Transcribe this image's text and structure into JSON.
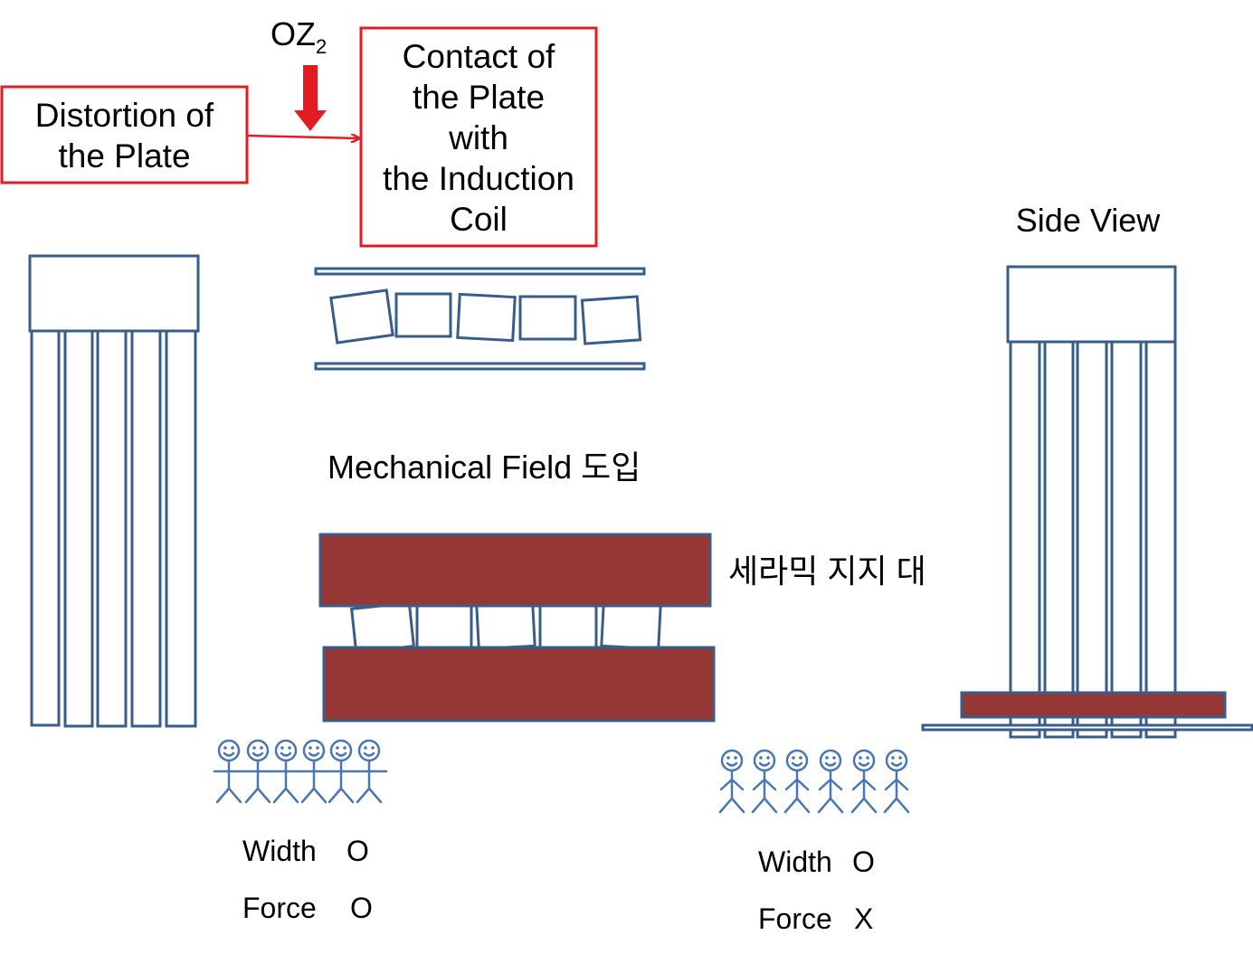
{
  "labels": {
    "oz_label": "OZ",
    "oz_subscript": "2",
    "distortion_box": [
      "Distortion of",
      "the Plate"
    ],
    "contact_box": [
      "Contact of",
      "the Plate",
      "with",
      "the Induction",
      "Coil"
    ],
    "mechanical_field": "Mechanical Field 도입",
    "ceramic_support": "세라믹 지지 대",
    "side_view": "Side View"
  },
  "comparisons": [
    {
      "width_label": "Width",
      "width_value": "O",
      "force_label": "Force",
      "force_value": "O"
    },
    {
      "width_label": "Width",
      "width_value": "O",
      "force_label": "Force",
      "force_value": "X"
    }
  ],
  "colors": {
    "outline": "#385d8a",
    "red": "#e31b23",
    "ceramic": "#953735",
    "figure": "#4a77b0"
  }
}
